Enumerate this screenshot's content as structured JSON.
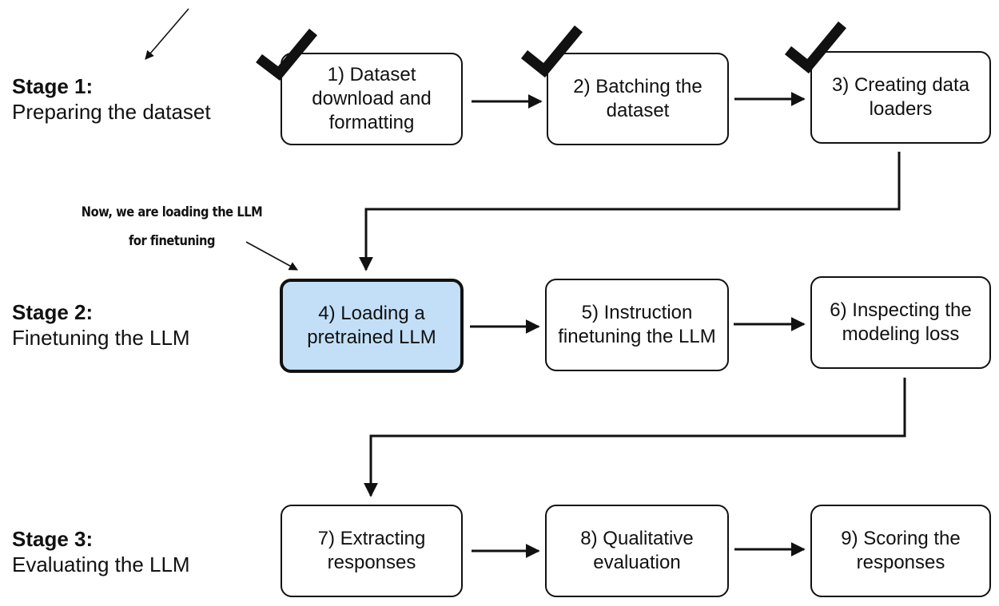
{
  "colors": {
    "highlight": "#c2dff7",
    "ink": "#111111"
  },
  "stages": [
    {
      "title": "Stage 1:",
      "subtitle": "Preparing the dataset"
    },
    {
      "title": "Stage 2:",
      "subtitle": "Finetuning the LLM"
    },
    {
      "title": "Stage 3:",
      "subtitle": "Evaluating the LLM"
    }
  ],
  "steps": [
    {
      "label": "1) Dataset download and formatting",
      "completed": true,
      "current": false
    },
    {
      "label": "2) Batching the dataset",
      "completed": true,
      "current": false
    },
    {
      "label": "3) Creating data loaders",
      "completed": true,
      "current": false
    },
    {
      "label": "4) Loading a pretrained LLM",
      "completed": false,
      "current": true
    },
    {
      "label": "5) Instruction finetuning the LLM",
      "completed": false,
      "current": false
    },
    {
      "label": "6) Inspecting the modeling loss",
      "completed": false,
      "current": false
    },
    {
      "label": "7) Extracting responses",
      "completed": false,
      "current": false
    },
    {
      "label": "8) Qualitative evaluation",
      "completed": false,
      "current": false
    },
    {
      "label": "9) Scoring the responses",
      "completed": false,
      "current": false
    }
  ],
  "annotation": {
    "line1": "Now, we are loading the LLM",
    "line2": "for finetuning"
  }
}
